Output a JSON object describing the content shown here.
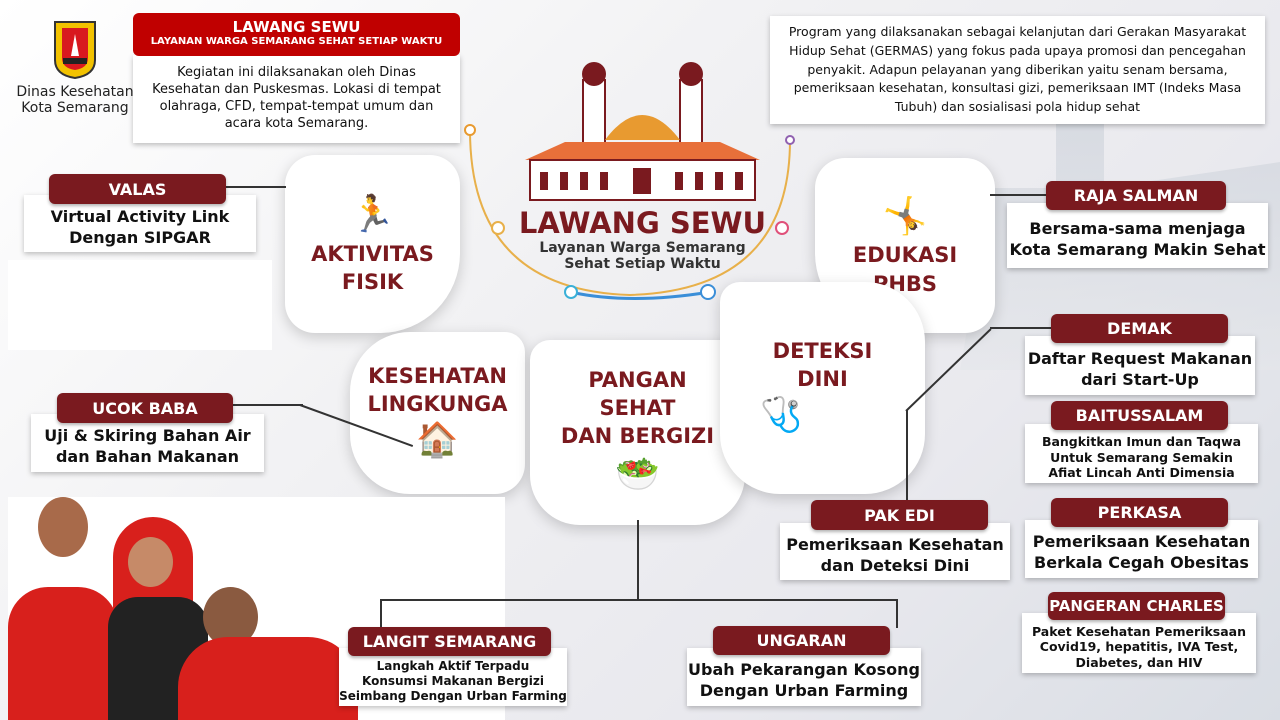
{
  "logo": {
    "line1": "Dinas Kesehatan",
    "line2": "Kota Semarang"
  },
  "intro": {
    "title": "LAWANG SEWU",
    "subtitle": "LAYANAN WARGA SEMARANG SEHAT SETIAP WAKTU",
    "text": "Kegiatan ini dilaksanakan oleh Dinas Kesehatan dan Puskesmas. Lokasi di tempat olahraga, CFD, tempat-tempat umum dan acara kota Semarang."
  },
  "program": {
    "text": "Program yang dilaksanakan sebagai kelanjutan dari Gerakan Masyarakat Hidup Sehat (GERMAS) yang fokus pada upaya promosi dan pencegahan penyakit. Adapun pelayanan yang diberikan yaitu senam bersama, pemeriksaan kesehatan, konsultasi gizi, pemeriksaan IMT (Indeks Masa Tubuh) dan sosialisasi pola hidup sehat"
  },
  "center": {
    "title": "LAWANG SEWU",
    "sub1": "Layanan Warga Semarang",
    "sub2": "Sehat Setiap Waktu"
  },
  "petals": {
    "aktivitas": {
      "l1": "AKTIVITAS",
      "l2": "FISIK"
    },
    "edukasi": {
      "l1": "EDUKASI",
      "l2": "PHBS"
    },
    "lingkungan": {
      "l1": "KESEHATAN",
      "l2": "LINGKUNGA"
    },
    "pangan": {
      "l1": "PANGAN",
      "l2": "SEHAT",
      "l3": "DAN BERGIZI"
    },
    "deteksi": {
      "l1": "DETEKSI",
      "l2": "DINI"
    }
  },
  "boxes": {
    "valas": {
      "title": "VALAS",
      "l1": "Virtual Activity Link",
      "l2": "Dengan SIPGAR"
    },
    "ucok": {
      "title": "UCOK BABA",
      "l1": "Uji & Skiring Bahan Air",
      "l2": "dan Bahan Makanan"
    },
    "raja": {
      "title": "RAJA SALMAN",
      "l1": "Bersama-sama menjaga",
      "l2": "Kota Semarang Makin Sehat"
    },
    "demak": {
      "title": "DEMAK",
      "l1": "Daftar Request Makanan",
      "l2": "dari Start-Up"
    },
    "baitussalam": {
      "title": "BAITUSSALAM",
      "l1": "Bangkitkan Imun dan Taqwa",
      "l2": "Untuk Semarang Semakin",
      "l3": "Afiat Lincah Anti Dimensia"
    },
    "perkasa": {
      "title": "PERKASA",
      "l1": "Pemeriksaan Kesehatan",
      "l2": "Berkala Cegah Obesitas"
    },
    "charles": {
      "title": "PANGERAN CHARLES",
      "l1": "Paket Kesehatan Pemeriksaan",
      "l2": "Covid19, hepatitis, IVA Test,",
      "l3": "Diabetes, dan HIV"
    },
    "pakedi": {
      "title": "PAK EDI",
      "l1": "Pemeriksaan Kesehatan",
      "l2": "dan Deteksi Dini"
    },
    "langit": {
      "title": "LANGIT SEMARANG",
      "l1": "Langkah Aktif Terpadu",
      "l2": "Konsumsi Makanan Bergizi",
      "l3": "Seimbang Dengan Urban Farming"
    },
    "ungaran": {
      "title": "UNGARAN",
      "l1": "Ubah Pekarangan Kosong",
      "l2": "Dengan Urban Farming"
    }
  },
  "colors": {
    "header": "#7a1a1f",
    "banner": "#c00000"
  }
}
